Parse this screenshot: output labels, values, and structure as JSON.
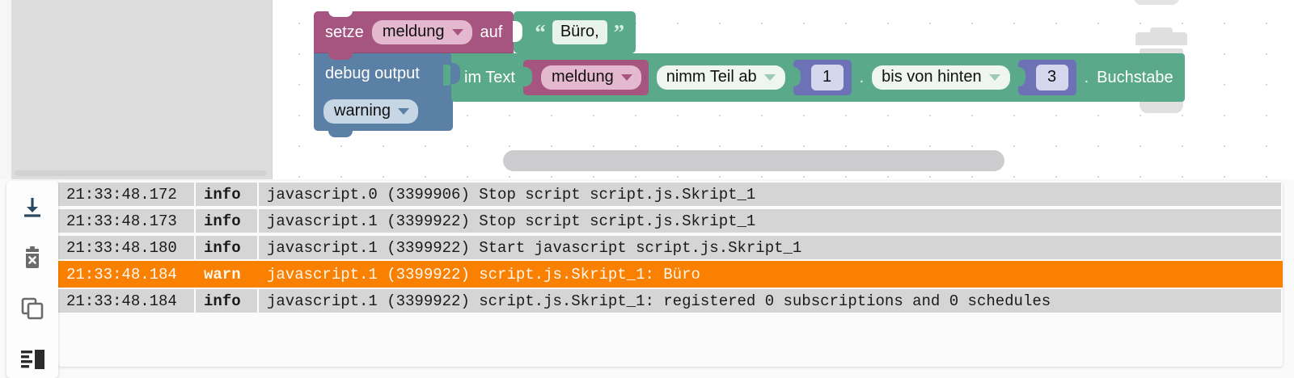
{
  "workspace": {
    "blocks": {
      "set_statement": {
        "keyword": "setze",
        "variable": "meldung",
        "to_label": "auf",
        "value_block": {
          "open_quote": "“",
          "close_quote": "”",
          "text": "Büro,"
        }
      },
      "debug_block": {
        "label": "debug output",
        "severity": "warning"
      },
      "text_part_block": {
        "prefix": "im Text",
        "variable": "meldung",
        "mode": "nimm Teil ab",
        "from_index": "1",
        "sep1": ".",
        "to_mode": "bis von hinten",
        "to_index": "3",
        "sep2": ".",
        "suffix": "Buchstabe"
      }
    },
    "icons": {
      "trashcan": "trash-can-icon",
      "hscrollbar": "horizontal-scrollbar",
      "vscrollbar": "vertical-scrollbar"
    },
    "colors": {
      "variables": "#a5557f",
      "debug": "#5b80a5",
      "text": "#5aa98b",
      "math": "#6c72b5"
    }
  },
  "log_panel": {
    "toolbar": [
      {
        "name": "download-icon",
        "title": "download"
      },
      {
        "name": "delete-icon",
        "title": "clear log"
      },
      {
        "name": "copy-icon",
        "title": "copy"
      },
      {
        "name": "layout-icon",
        "title": "toggle layout"
      }
    ],
    "rows": [
      {
        "time": "21:33:48.172",
        "severity": "info",
        "message": "javascript.0 (3399906) Stop script script.js.Skript_1",
        "level": "info"
      },
      {
        "time": "21:33:48.173",
        "severity": "info",
        "message": "javascript.1 (3399922) Stop script script.js.Skript_1",
        "level": "info"
      },
      {
        "time": "21:33:48.180",
        "severity": "info",
        "message": "javascript.1 (3399922) Start javascript script.js.Skript_1",
        "level": "info"
      },
      {
        "time": "21:33:48.184",
        "severity": "warn",
        "message": "javascript.1 (3399922) script.js.Skript_1: Büro",
        "level": "warn"
      },
      {
        "time": "21:33:48.184",
        "severity": "info",
        "message": "javascript.1 (3399922) script.js.Skript_1: registered 0 subscriptions and 0 schedules",
        "level": "info"
      }
    ],
    "colors": {
      "warn": "#f98000",
      "row": "#d5d5d5"
    }
  }
}
